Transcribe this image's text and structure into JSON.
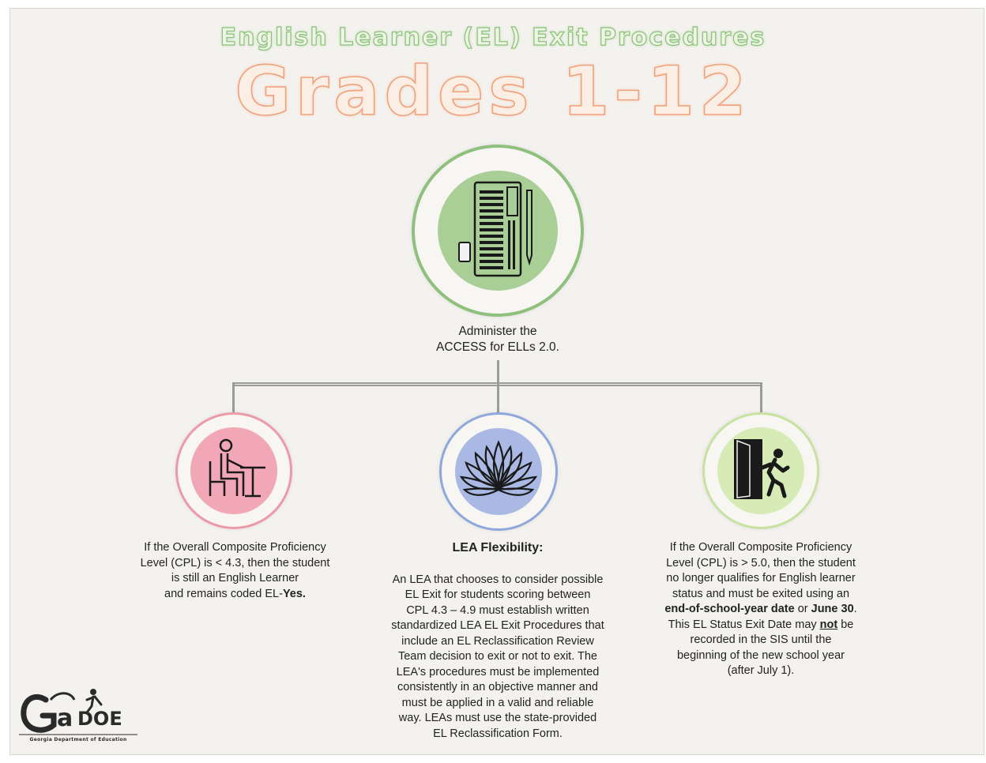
{
  "header": {
    "title": "English Learner (EL) Exit Procedures",
    "subtitle": "Grades 1-12"
  },
  "top": {
    "icon": "test-booklet-icon",
    "caption_line1": "Administer the",
    "caption_line2": "ACCESS for ELLs 2.0."
  },
  "left": {
    "icon": "student-at-desk-icon",
    "lines": [
      "If the Overall Composite Proficiency",
      "Level (CPL) is < 4.3, then the student",
      "is still an English Learner"
    ],
    "last_line_prefix": "and remains coded EL-",
    "last_line_bold": "Yes."
  },
  "middle": {
    "icon": "lotus-flower-icon",
    "heading": "LEA Flexibility:",
    "lines": [
      "An LEA that chooses to consider possible",
      "EL Exit for students scoring between",
      "CPL 4.3 – 4.9 must establish written",
      "standardized LEA EL Exit Procedures that",
      "include an EL Reclassification Review",
      "Team decision to exit or not to exit. The",
      "LEA's procedures must be implemented",
      "consistently in an objective manner and",
      "must be applied in a valid and reliable",
      "way. LEAs must use the state-provided",
      "EL Reclassification Form."
    ]
  },
  "right": {
    "icon": "exit-door-icon",
    "lines_top": [
      "If the Overall Composite Proficiency",
      "Level (CPL) is > 5.0, then the student",
      "no longer qualifies for English learner",
      "status and must be exited using an"
    ],
    "bold_date": "end-of-school-year date",
    "or_text": " or ",
    "bold_june": "June 30",
    "period": ".",
    "line6_prefix": "This EL Status Exit Date may ",
    "line6_not": "not",
    "line6_suffix": " be",
    "lines_bottom": [
      "recorded in the SIS until the",
      "beginning of the new school year",
      "(after July 1)."
    ]
  },
  "logo": {
    "letters_left": "G",
    "letters_mid": "a",
    "letters_right": "DOE",
    "tagline": "Georgia Department of Education"
  },
  "colors": {
    "green_ring": "#8fc07d",
    "green_fill": "#a9cf96",
    "pink_ring": "#ec9aaa",
    "pink_fill": "#f1a7b6",
    "blue_ring": "#8ea8db",
    "blue_fill": "#a9b9e4",
    "lime_ring": "#c7e2a0",
    "lime_fill": "#d6ebb5"
  }
}
